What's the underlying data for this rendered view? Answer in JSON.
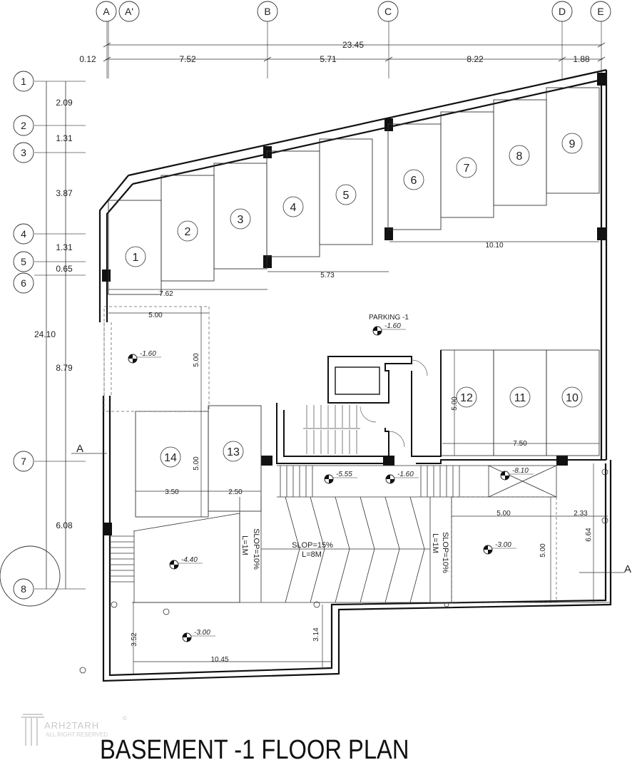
{
  "title": "BASEMENT -1 FLOOR PLAN",
  "watermark": {
    "brand": "ARH2TARH",
    "sub": "ALL RIGHT RESERVED",
    "mark": "©"
  },
  "grid_columns": [
    "A",
    "A'",
    "B",
    "C",
    "D",
    "E"
  ],
  "grid_rows": [
    "1",
    "2",
    "3",
    "4",
    "5",
    "6",
    "7",
    "8"
  ],
  "top_dims": {
    "total": "23.45",
    "segments": [
      "0.12",
      "7.52",
      "5.71",
      "8.22",
      "1.88"
    ]
  },
  "left_dims": {
    "total": "24.10",
    "segments": [
      "2.09",
      "1.31",
      "3.87",
      "1.31",
      "0.65",
      "8.79",
      "6.08"
    ]
  },
  "parking_spots": [
    "1",
    "2",
    "3",
    "4",
    "5",
    "6",
    "7",
    "8",
    "9",
    "10",
    "11",
    "12",
    "13",
    "14"
  ],
  "labels": {
    "parking": "PARKING -1",
    "slop_main": "SLOP=15%",
    "len_main": "L=8M",
    "slop_side": "SLOP=10%",
    "len_side": "L=1M",
    "section": "A"
  },
  "levels": [
    "-1.60",
    "-1.60",
    "-5.55",
    "-1.60",
    "-8.10",
    "-4.40",
    "-3.00",
    "-3.00"
  ],
  "inner_dims": [
    "10.10",
    "5.73",
    "7.62",
    "5.00",
    "5.00",
    "5.00",
    "3.50",
    "2.50",
    "5.00",
    "7.50",
    "5.00",
    "2.33",
    "5.00",
    "6.64",
    "3.52",
    "3.14",
    "10.45"
  ]
}
